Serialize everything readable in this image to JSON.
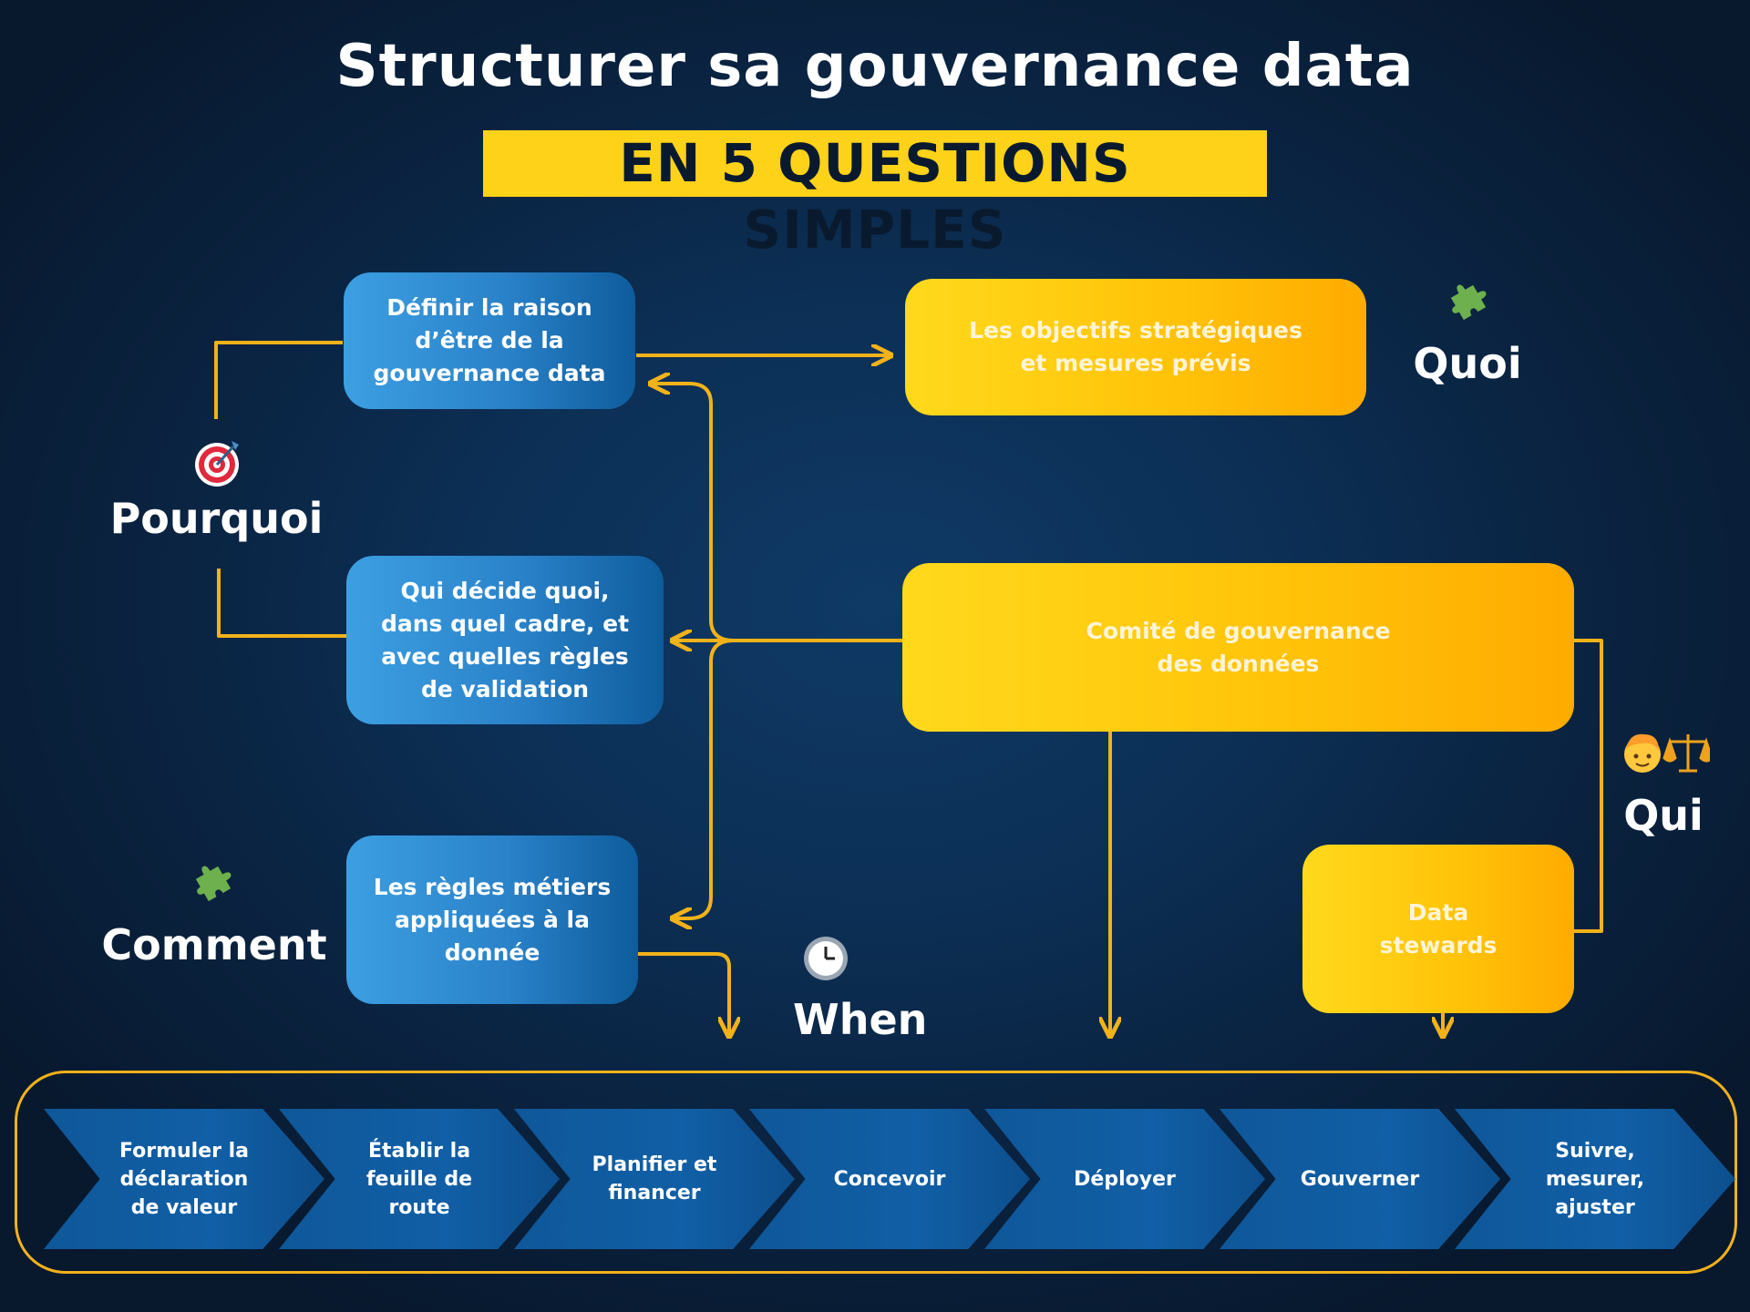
{
  "title": "Structurer sa gouvernance data",
  "subtitle": "EN 5 QUESTIONS SIMPLES",
  "colors": {
    "accent_yellow": "#ffd21a",
    "box_blue": "#2a82c9",
    "box_yellow": "#ffc40a",
    "connector": "#f2b21a",
    "chevron_blue": "#115fa6"
  },
  "labels": {
    "pourquoi": "Pourquoi",
    "quoi": "Quoi",
    "qui": "Qui",
    "comment": "Comment",
    "when": "When"
  },
  "icons": {
    "pourquoi": "target-icon",
    "quoi": "puzzle-icon",
    "qui": "person-scales-icon",
    "comment": "puzzle-icon",
    "when": "clock-icon"
  },
  "boxes": {
    "raison_detre": "Définir la raison d’être de la gouvernance data",
    "objectifs": "Les objectifs stratégiques et mesures prévis",
    "qui_decide": "Qui décide quoi, dans quel cadre, et avec quelles règles de validation",
    "comite": "Comité de gouvernance des données",
    "regles_metiers": "Les règles métiers appliquées à la donnée",
    "data_stewards": "Data stewards"
  },
  "steps": [
    "Formuler la déclaration de valeur",
    "Établir la feuille de route",
    "Planifier et financer",
    "Concevoir",
    "Déployer",
    "Gouverner",
    "Suivre, mesurer, ajuster"
  ]
}
